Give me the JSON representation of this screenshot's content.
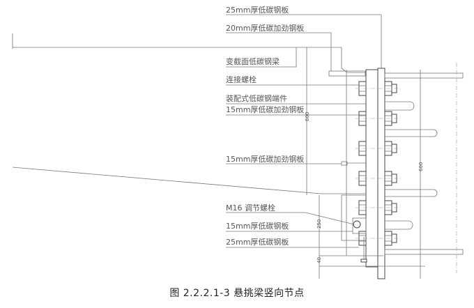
{
  "labels": {
    "plate_25_top": "25mm厚低碳钢板",
    "stiffener_20": "20mm厚低碳加劲钢板",
    "beam": "变截面低碳钢梁",
    "bolt": "连接螺栓",
    "end_piece": "装配式低碳钢端件",
    "stiffener_15_a": "15mm厚低碳加劲钢板",
    "stiffener_15_b": "15mm厚低碳加劲钢板",
    "adjust_bolt": "M16 调节螺栓",
    "plate_15": "15mm厚低碳钢板",
    "plate_25_bottom": "25mm厚低碳钢板"
  },
  "dimensions": {
    "left_height": "600",
    "right_height": "600",
    "bracket": "250",
    "bottom": "40"
  },
  "caption": "图 2.2.2.1-3 悬挑梁竖向节点"
}
